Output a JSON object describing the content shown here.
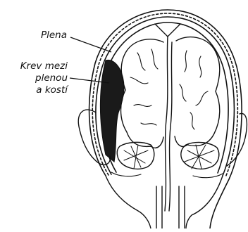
{
  "labels": {
    "plena": "Plena",
    "krev_lines": [
      "Krev mezi",
      "plenou",
      "a kostí"
    ]
  },
  "colors": {
    "ink": "#111111",
    "blood": "#1a1a1a",
    "background": "#ffffff"
  }
}
